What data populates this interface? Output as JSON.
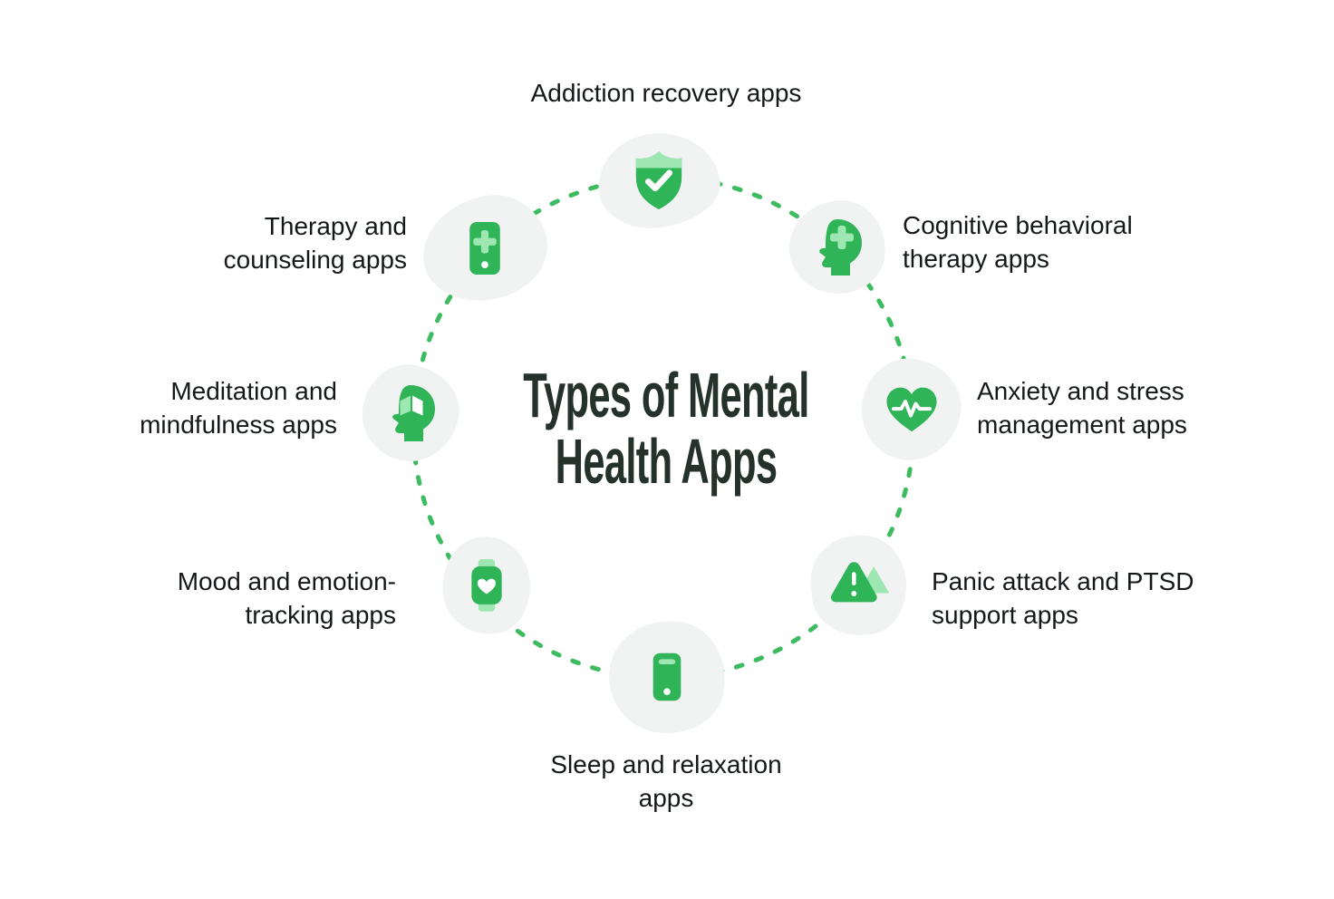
{
  "title": "Types of Mental Health Apps",
  "items": [
    {
      "position": "top",
      "icon": "shield-check-icon",
      "label": "Addiction recovery apps"
    },
    {
      "position": "top-right",
      "icon": "head-plus-icon",
      "label": "Cognitive behavioral therapy apps"
    },
    {
      "position": "right",
      "icon": "heart-pulse-icon",
      "label": "Anxiety and stress management apps"
    },
    {
      "position": "bottom-right",
      "icon": "warning-triangle-icon",
      "label": "Panic attack and PTSD support apps"
    },
    {
      "position": "bottom",
      "icon": "smartphone-icon",
      "label": "Sleep and relaxation apps"
    },
    {
      "position": "bottom-left",
      "icon": "smartwatch-heart-icon",
      "label": "Mood and emotion-tracking apps"
    },
    {
      "position": "left",
      "icon": "head-book-icon",
      "label": "Meditation and mindfulness apps"
    },
    {
      "position": "top-left",
      "icon": "phone-medical-icon",
      "label": "Therapy and counseling apps"
    }
  ],
  "colors": {
    "primary_green": "#2fb457",
    "light_green": "#9fe7b2",
    "dash_green": "#3cbc5f",
    "title_color": "#24322b",
    "label_color": "#15181b",
    "blob_gray": "#f1f2f2",
    "background": "#ffffff"
  }
}
